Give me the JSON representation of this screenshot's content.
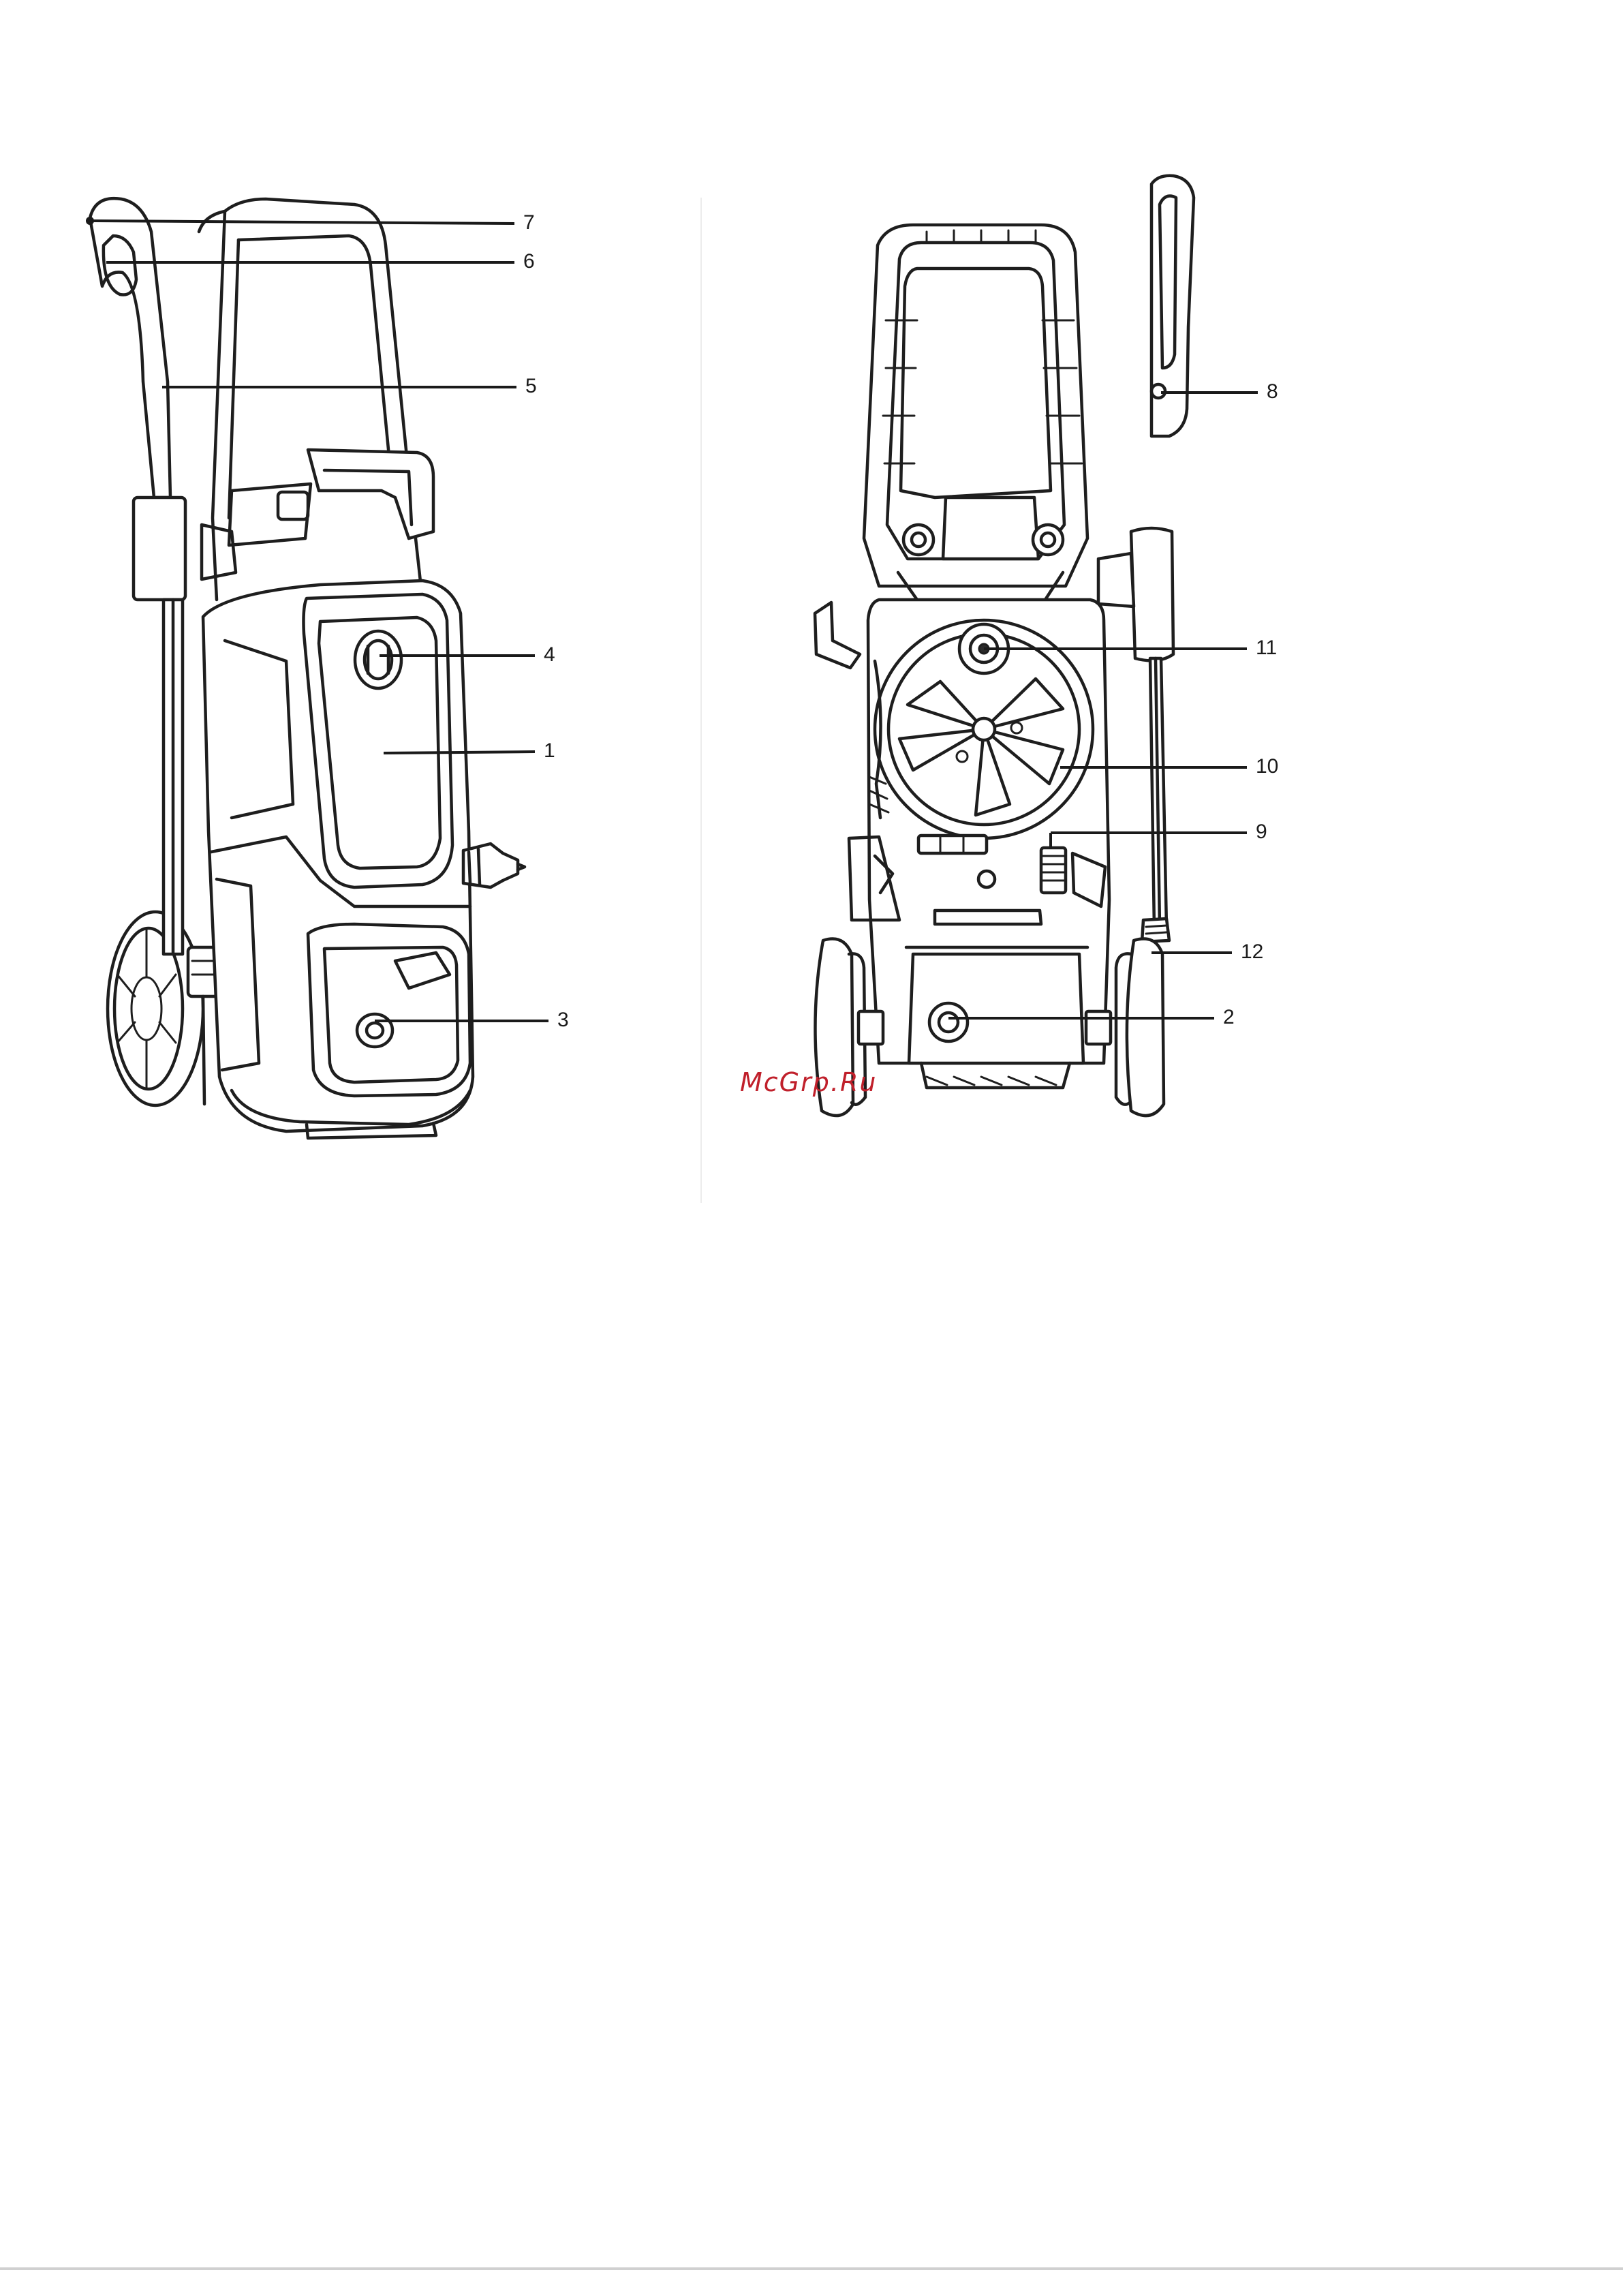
{
  "watermark": "McGrp.Ru",
  "palette": {
    "line": "#1e1e1e",
    "watermark": "#c0202b"
  },
  "front_view": {
    "callouts": [
      {
        "label": "7",
        "part": "lance-tip"
      },
      {
        "label": "6",
        "part": "trigger-gun-handle"
      },
      {
        "label": "5",
        "part": "spray-lance"
      },
      {
        "label": "4",
        "part": "power-switch"
      },
      {
        "label": "1",
        "part": "body"
      },
      {
        "label": "3",
        "part": "water-outlet"
      }
    ]
  },
  "rear_view": {
    "callouts": [
      {
        "label": "8",
        "part": "gun-trigger-lock"
      },
      {
        "label": "11",
        "part": "hose-reel-crank"
      },
      {
        "label": "10",
        "part": "hose-reel"
      },
      {
        "label": "9",
        "part": "hose-clip"
      },
      {
        "label": "12",
        "part": "gun-holder"
      },
      {
        "label": "2",
        "part": "water-inlet"
      }
    ]
  }
}
